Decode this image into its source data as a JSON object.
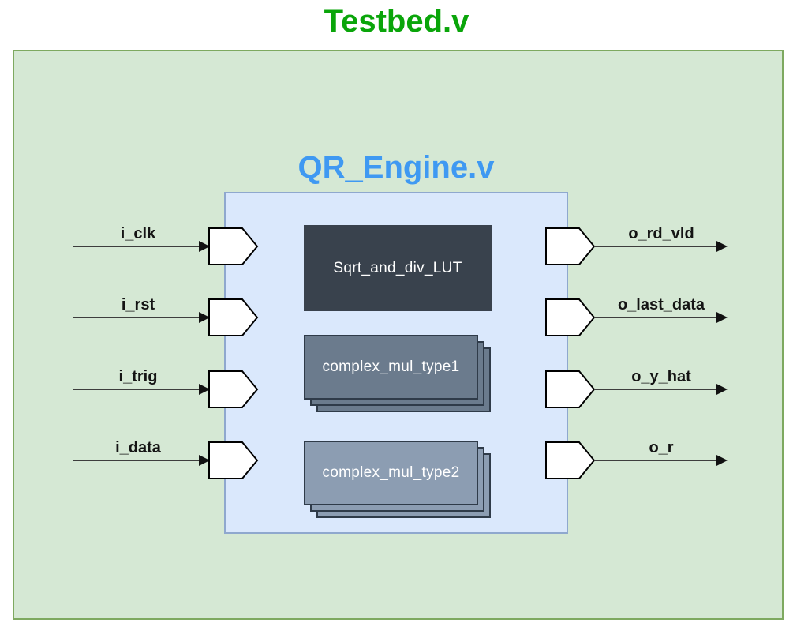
{
  "diagram": {
    "testbed": {
      "title": "Testbed.v",
      "title_color": "#0AA50A",
      "box_fill": "#D5E8D4",
      "box_stroke": "#7EA960"
    },
    "engine": {
      "title": "QR_Engine.v",
      "title_color": "#3F99F2",
      "box_fill": "#DAE8FC",
      "box_stroke": "#8FA8CE",
      "blocks": [
        {
          "id": "sqrt-and-div-lut",
          "label": "Sqrt_and_div_LUT",
          "fill": "#39424D",
          "stacked": false
        },
        {
          "id": "complex-mul-type1",
          "label": "complex_mul_type1",
          "fill": "#6B7B8D",
          "stacked": true
        },
        {
          "id": "complex-mul-type2",
          "label": "complex_mul_type2",
          "fill": "#8C9DB2",
          "stacked": true
        }
      ]
    },
    "ports": {
      "inputs": [
        {
          "label": "i_clk"
        },
        {
          "label": "i_rst"
        },
        {
          "label": "i_trig"
        },
        {
          "label": "i_data"
        }
      ],
      "outputs": [
        {
          "label": "o_rd_vld"
        },
        {
          "label": "o_last_data"
        },
        {
          "label": "o_y_hat"
        },
        {
          "label": "o_r"
        }
      ]
    },
    "port_symbol": "white-pentagon",
    "wire_color": "#3D3D3D"
  }
}
